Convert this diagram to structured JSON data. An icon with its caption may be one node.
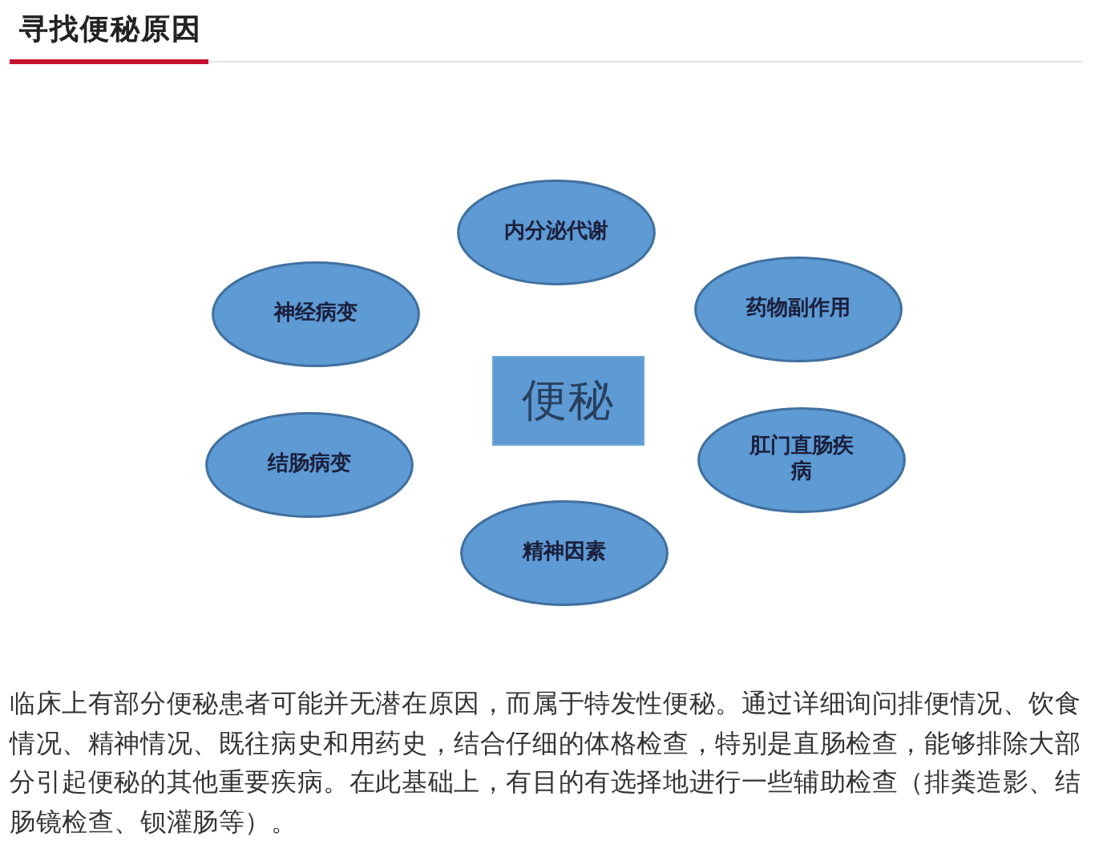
{
  "diagram": {
    "title": "寻找便秘原因",
    "nodes": [
      {
        "text": [
          "内分泌代谢"
        ]
      },
      {
        "text": [
          "神经病变"
        ]
      },
      {
        "text": [
          "药物副作用"
        ]
      },
      {
        "text": [
          "便秘"
        ]
      },
      {
        "text": [
          "结肠病变"
        ]
      },
      {
        "text": [
          "肛门直肠疾病"
        ]
      },
      {
        "text": [
          "精神因素"
        ]
      }
    ],
    "labels": [
      "临床上有部分便秘患者可能并无潜在原因，而属于特发性便秘。通过详细询问排便情况、饮食情况、精神情况、既往病史和用药史，结合仔细的体格检查，特别是直肠检查，能够排除大部分引起便秘的其他重要疾病。在此基础上，有目的有选择地进行一些辅助检查（排粪造影、结肠镜检查、钡灌肠等）。"
    ]
  }
}
